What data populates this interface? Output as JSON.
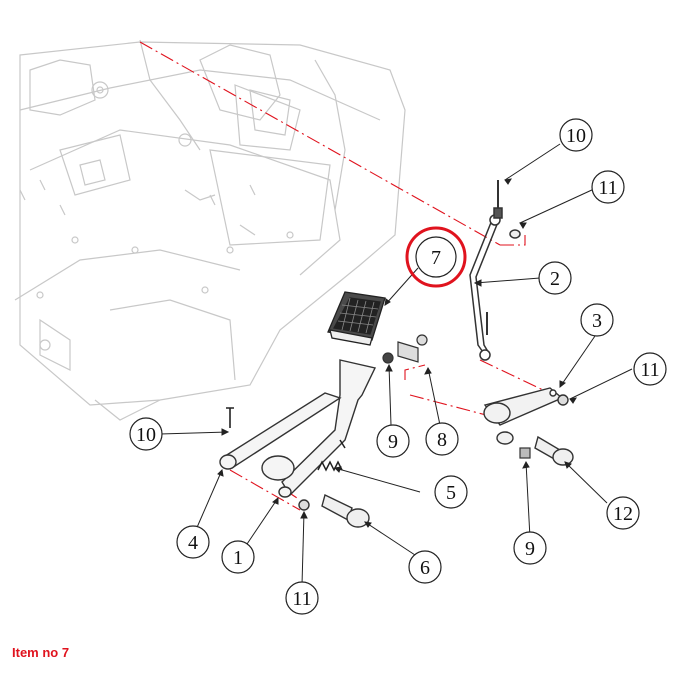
{
  "highlight_color": "#e0131e",
  "caption": "Item no 7",
  "callouts": {
    "c10a": "10",
    "c11a": "11",
    "c7": "7",
    "c2": "2",
    "c3": "3",
    "c11b": "11",
    "c10b": "10",
    "c9a": "9",
    "c8": "8",
    "c5": "5",
    "c4": "4",
    "c1": "1",
    "c6": "6",
    "c11c": "11",
    "c9b": "9",
    "c12": "12"
  }
}
